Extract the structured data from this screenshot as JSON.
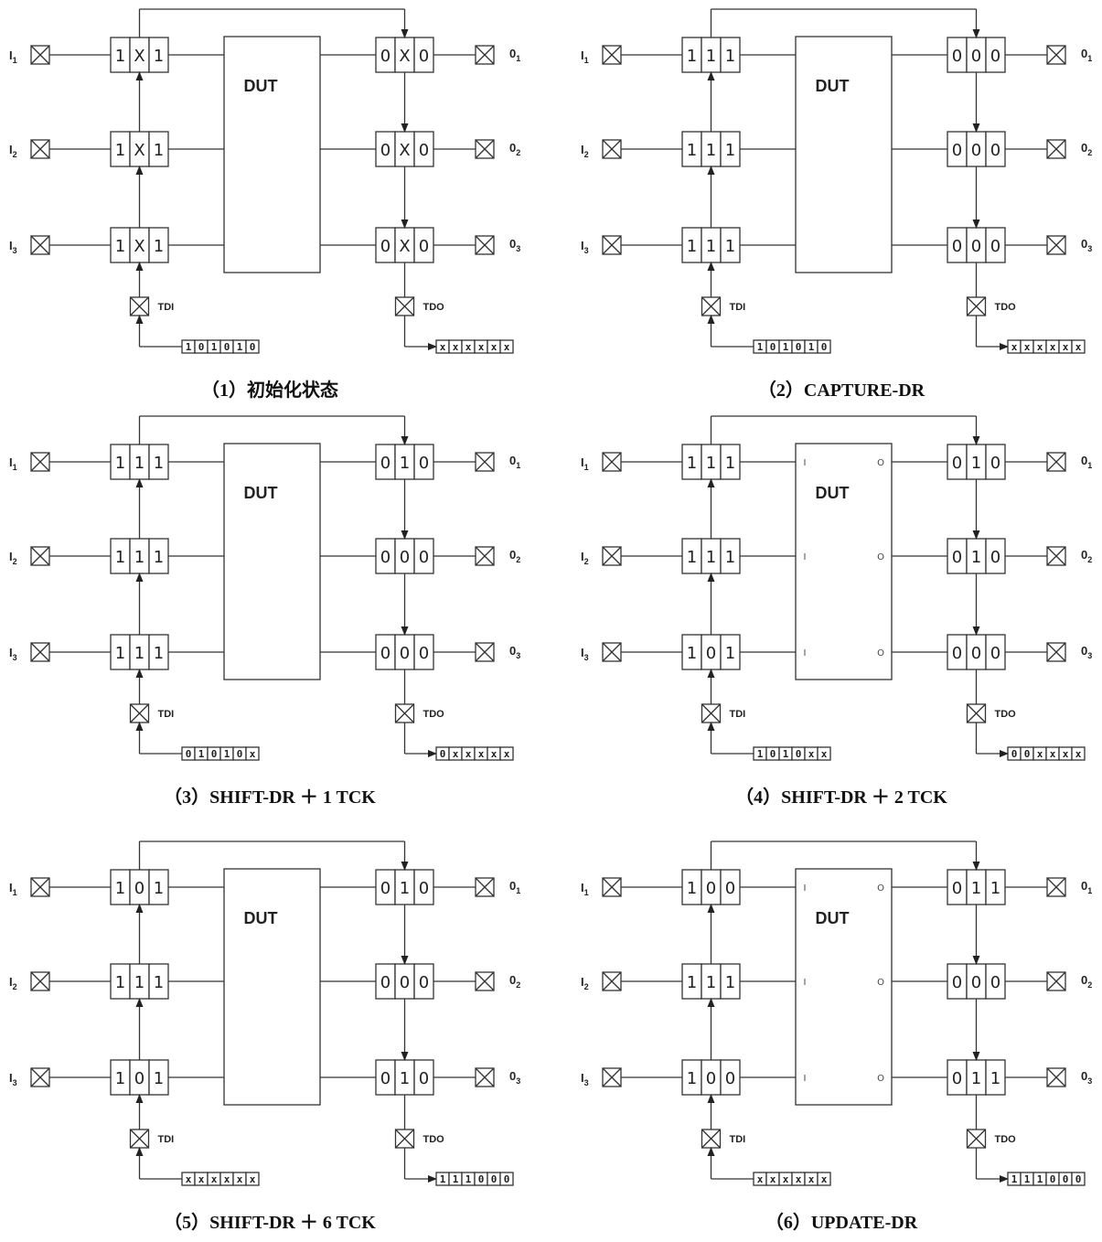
{
  "labels": {
    "inputs": [
      "I",
      "I",
      "I"
    ],
    "input_subscripts": [
      "1",
      "2",
      "3"
    ],
    "outputs": [
      "0",
      "0",
      "0"
    ],
    "output_subscripts": [
      "1",
      "2",
      "3"
    ],
    "tdi": "TDI",
    "tdo": "TDO",
    "dut": "DUT",
    "dut_in_pin": "I",
    "dut_out_pin": "O"
  },
  "panels": [
    {
      "caption": "（1）初始化状态",
      "input_cells": [
        [
          "1",
          "X",
          "1"
        ],
        [
          "1",
          "X",
          "1"
        ],
        [
          "1",
          "X",
          "1"
        ]
      ],
      "output_cells": [
        [
          "0",
          "X",
          "0"
        ],
        [
          "0",
          "X",
          "0"
        ],
        [
          "0",
          "X",
          "0"
        ]
      ],
      "tdi_stream": [
        "1",
        "0",
        "1",
        "0",
        "1",
        "0"
      ],
      "tdo_stream": [
        "x",
        "x",
        "x",
        "x",
        "x",
        "x"
      ],
      "dut_pins": false
    },
    {
      "caption": "（2）CAPTURE-DR",
      "input_cells": [
        [
          "1",
          "1",
          "1"
        ],
        [
          "1",
          "1",
          "1"
        ],
        [
          "1",
          "1",
          "1"
        ]
      ],
      "output_cells": [
        [
          "0",
          "0",
          "0"
        ],
        [
          "0",
          "0",
          "0"
        ],
        [
          "0",
          "0",
          "0"
        ]
      ],
      "tdi_stream": [
        "1",
        "0",
        "1",
        "0",
        "1",
        "0"
      ],
      "tdo_stream": [
        "x",
        "x",
        "x",
        "x",
        "x",
        "x"
      ],
      "dut_pins": false
    },
    {
      "caption": "（3）SHIFT-DR ＋ 1 TCK",
      "input_cells": [
        [
          "1",
          "1",
          "1"
        ],
        [
          "1",
          "1",
          "1"
        ],
        [
          "1",
          "1",
          "1"
        ]
      ],
      "output_cells": [
        [
          "0",
          "1",
          "0"
        ],
        [
          "0",
          "0",
          "0"
        ],
        [
          "0",
          "0",
          "0"
        ]
      ],
      "tdi_stream": [
        "0",
        "1",
        "0",
        "1",
        "0",
        "x"
      ],
      "tdo_stream": [
        "0",
        "x",
        "x",
        "x",
        "x",
        "x"
      ],
      "dut_pins": false
    },
    {
      "caption": "（4）SHIFT-DR ＋ 2 TCK",
      "input_cells": [
        [
          "1",
          "1",
          "1"
        ],
        [
          "1",
          "1",
          "1"
        ],
        [
          "1",
          "0",
          "1"
        ]
      ],
      "output_cells": [
        [
          "0",
          "1",
          "0"
        ],
        [
          "0",
          "1",
          "0"
        ],
        [
          "0",
          "0",
          "0"
        ]
      ],
      "tdi_stream": [
        "1",
        "0",
        "1",
        "0",
        "x",
        "x"
      ],
      "tdo_stream": [
        "0",
        "0",
        "x",
        "x",
        "x",
        "x"
      ],
      "dut_pins": true
    },
    {
      "caption": "（5）SHIFT-DR ＋ 6 TCK",
      "input_cells": [
        [
          "1",
          "0",
          "1"
        ],
        [
          "1",
          "1",
          "1"
        ],
        [
          "1",
          "0",
          "1"
        ]
      ],
      "output_cells": [
        [
          "0",
          "1",
          "0"
        ],
        [
          "0",
          "0",
          "0"
        ],
        [
          "0",
          "1",
          "0"
        ]
      ],
      "tdi_stream": [
        "x",
        "x",
        "x",
        "x",
        "x",
        "x"
      ],
      "tdo_stream": [
        "1",
        "1",
        "1",
        "0",
        "0",
        "0"
      ],
      "dut_pins": false
    },
    {
      "caption": "（6）UPDATE-DR",
      "input_cells": [
        [
          "1",
          "0",
          "0"
        ],
        [
          "1",
          "1",
          "1"
        ],
        [
          "1",
          "0",
          "0"
        ]
      ],
      "output_cells": [
        [
          "0",
          "1",
          "1"
        ],
        [
          "0",
          "0",
          "0"
        ],
        [
          "0",
          "1",
          "1"
        ]
      ],
      "tdi_stream": [
        "x",
        "x",
        "x",
        "x",
        "x",
        "x"
      ],
      "tdo_stream": [
        "1",
        "1",
        "1",
        "0",
        "0",
        "0"
      ],
      "dut_pins": true
    }
  ]
}
